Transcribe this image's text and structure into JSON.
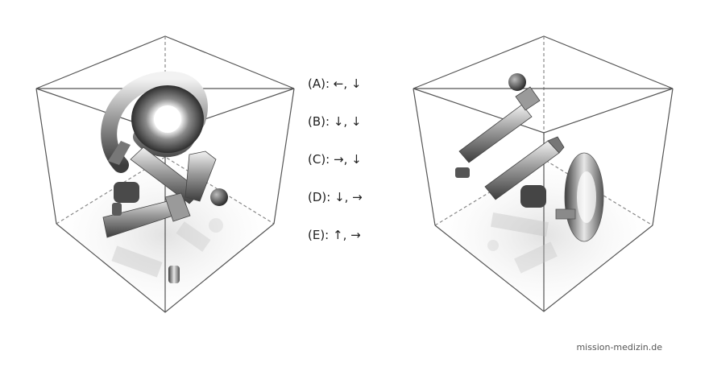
{
  "options": [
    {
      "letter_label": "(A): ←, ↓"
    },
    {
      "letter_label": "(B): ↓, ↓"
    },
    {
      "letter_label": "(C): →, ↓"
    },
    {
      "letter_label": "(D): ↓, →"
    },
    {
      "letter_label": "(E): ↑, →"
    }
  ],
  "footer": {
    "credit": "mission-medizin.de"
  },
  "colors": {
    "edge": "#555555",
    "object_dark": "#3a3a3a",
    "object_light": "#cfcfcf",
    "shadow": "#e6e6e6"
  }
}
